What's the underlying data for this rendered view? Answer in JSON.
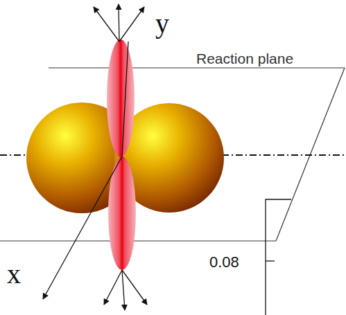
{
  "diagram": {
    "labels": [
      "y",
      "Reaction plane",
      "x",
      "0.08"
    ]
  }
}
